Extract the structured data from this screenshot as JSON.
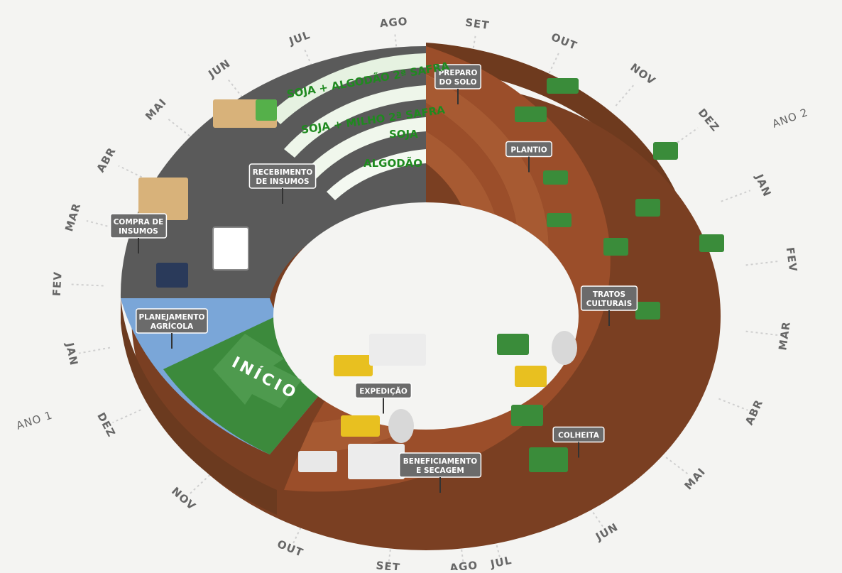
{
  "diagram": {
    "months_left": [
      "AGO",
      "JUL",
      "JUN",
      "MAI",
      "ABR",
      "MAR",
      "FEV",
      "JAN",
      "DEZ",
      "NOV",
      "OUT",
      "SET",
      "AGO"
    ],
    "months_right": [
      "SET",
      "OUT",
      "NOV",
      "DEZ",
      "JAN",
      "FEV",
      "MAR",
      "ABR",
      "MAI",
      "JUN",
      "JUL"
    ],
    "year_labels": {
      "ano1": "ANO 1",
      "ano2": "ANO 2"
    },
    "bands": [
      "SOJA + ALGODÃO 2ª SAFRA",
      "SOJA + MILHO 2ª SAFRA",
      "SOJA",
      "ALGODÃO"
    ],
    "start_label": "INÍCIO",
    "stages": {
      "preparo": [
        "PREPARO",
        "DO SOLO"
      ],
      "plantio": [
        "PLANTIO"
      ],
      "tratos": [
        "TRATOS",
        "CULTURAIS"
      ],
      "colheita": [
        "COLHEITA"
      ],
      "beneficiamento": [
        "BENEFICIAMENTO",
        "E SECAGEM"
      ],
      "expedicao": [
        "EXPEDIÇÃO"
      ],
      "recebimento": [
        "RECEBIMENTO",
        "DE INSUMOS"
      ],
      "compra": [
        "COMPRA DE",
        "INSUMOS"
      ],
      "planejamento": [
        "PLANEJAMENTO",
        "AGRÍCOLA"
      ]
    }
  }
}
